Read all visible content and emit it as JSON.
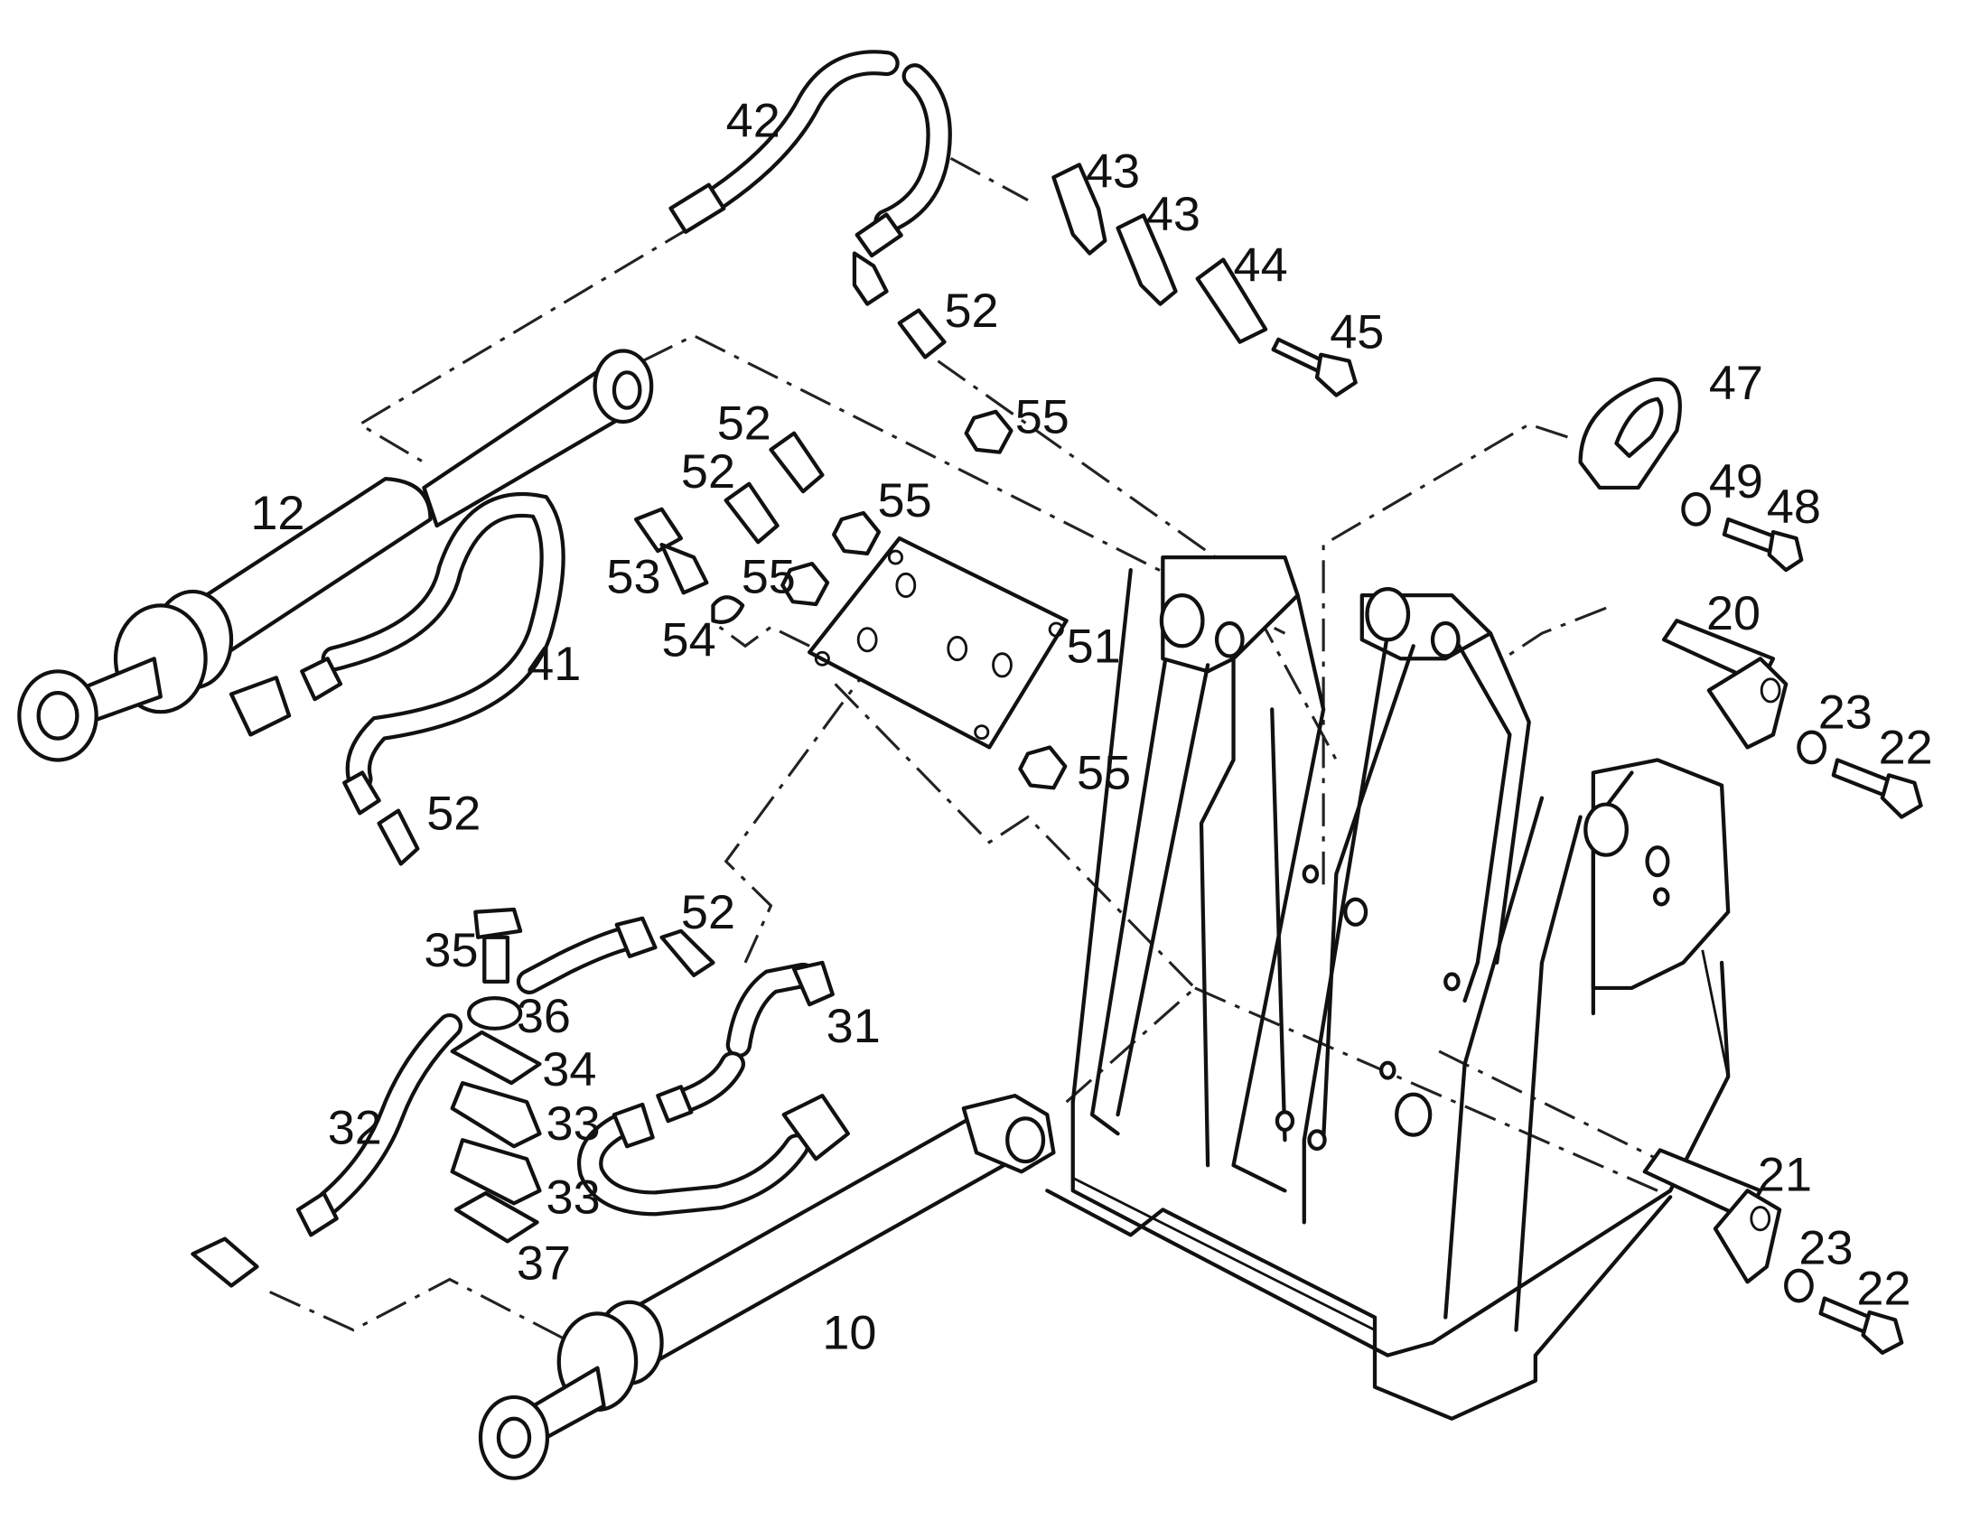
{
  "callouts": [
    {
      "id": "c42",
      "text": "42"
    },
    {
      "id": "c43a",
      "text": "43"
    },
    {
      "id": "c43b",
      "text": "43"
    },
    {
      "id": "c44",
      "text": "44"
    },
    {
      "id": "c45",
      "text": "45"
    },
    {
      "id": "c52a",
      "text": "52"
    },
    {
      "id": "c55a",
      "text": "55"
    },
    {
      "id": "c47",
      "text": "47"
    },
    {
      "id": "c49",
      "text": "49"
    },
    {
      "id": "c48",
      "text": "48"
    },
    {
      "id": "c52b",
      "text": "52"
    },
    {
      "id": "c52c",
      "text": "52"
    },
    {
      "id": "c55b",
      "text": "55"
    },
    {
      "id": "c55c",
      "text": "55"
    },
    {
      "id": "c53",
      "text": "53"
    },
    {
      "id": "c54",
      "text": "54"
    },
    {
      "id": "c51",
      "text": "51"
    },
    {
      "id": "c55d",
      "text": "55"
    },
    {
      "id": "c12",
      "text": "12"
    },
    {
      "id": "c41",
      "text": "41"
    },
    {
      "id": "c52d",
      "text": "52"
    },
    {
      "id": "c20",
      "text": "20"
    },
    {
      "id": "c23a",
      "text": "23"
    },
    {
      "id": "c22a",
      "text": "22"
    },
    {
      "id": "c52e",
      "text": "52"
    },
    {
      "id": "c35",
      "text": "35"
    },
    {
      "id": "c36",
      "text": "36"
    },
    {
      "id": "c34",
      "text": "34"
    },
    {
      "id": "c31",
      "text": "31"
    },
    {
      "id": "c32",
      "text": "32"
    },
    {
      "id": "c33a",
      "text": "33"
    },
    {
      "id": "c33b",
      "text": "33"
    },
    {
      "id": "c37",
      "text": "37"
    },
    {
      "id": "c10",
      "text": "10"
    },
    {
      "id": "c21",
      "text": "21"
    },
    {
      "id": "c23b",
      "text": "23"
    },
    {
      "id": "c22b",
      "text": "22"
    }
  ]
}
